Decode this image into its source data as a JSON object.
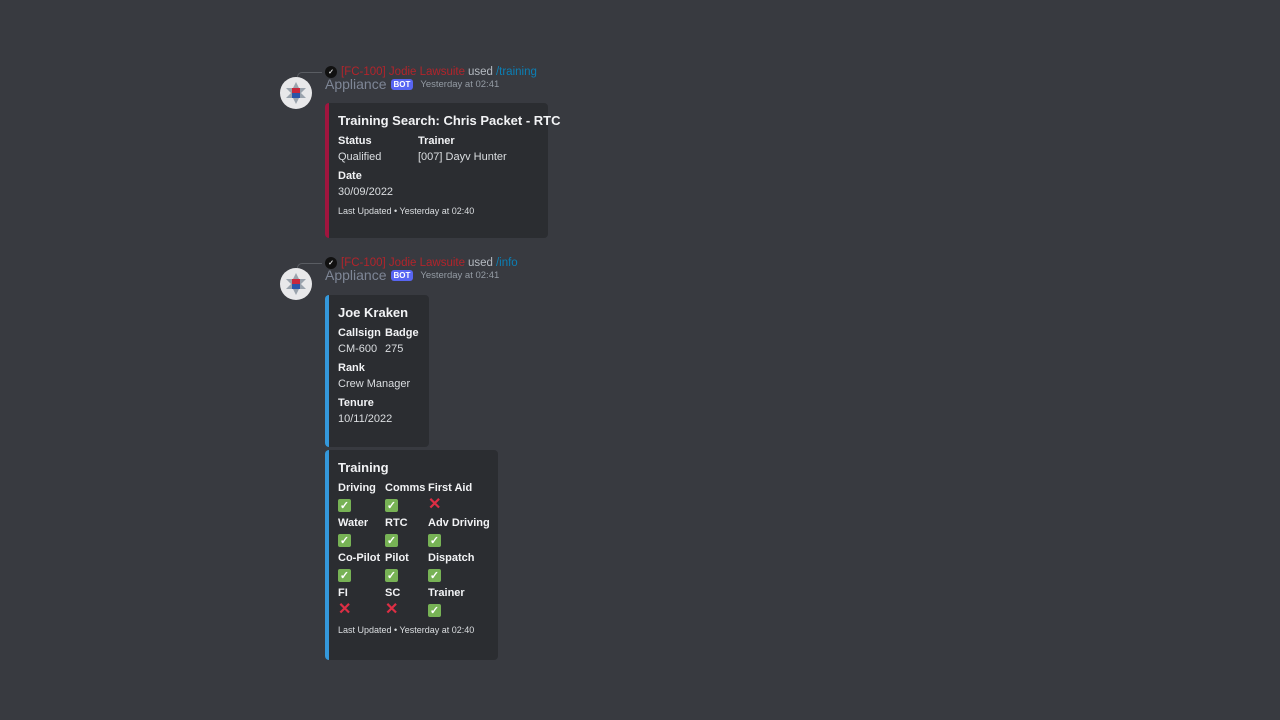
{
  "messages": [
    {
      "reply_user": "[FC-100] Jodie Lawsuite",
      "reply_used": "used",
      "reply_command": "/training",
      "username": "Appliance",
      "badge": "BOT",
      "timestamp": "Yesterday at 02:41"
    },
    {
      "reply_user": "[FC-100] Jodie Lawsuite",
      "reply_used": "used",
      "reply_command": "/info",
      "username": "Appliance",
      "badge": "BOT",
      "timestamp": "Yesterday at 02:41"
    }
  ],
  "embed1": {
    "title": "Training Search: Chris Packet - RTC",
    "color": "#a0153e",
    "fields": [
      {
        "name": "Status",
        "value": "Qualified"
      },
      {
        "name": "Trainer",
        "value": "[007] Dayv Hunter"
      },
      {
        "name": "Date",
        "value": "30/09/2022"
      }
    ],
    "footer": "Last Updated • Yesterday at 02:40"
  },
  "embed2": {
    "title": "Joe Kraken",
    "color": "#3498db",
    "fields": [
      {
        "name": "Callsign",
        "value": "CM-600"
      },
      {
        "name": "Badge",
        "value": "275"
      },
      {
        "name": "Rank",
        "value": "Crew Manager"
      },
      {
        "name": "Tenure",
        "value": "10/11/2022"
      }
    ]
  },
  "embed3": {
    "title": "Training",
    "color": "#3498db",
    "fields": [
      {
        "name": "Driving",
        "value": true
      },
      {
        "name": "Comms",
        "value": true
      },
      {
        "name": "First Aid",
        "value": false
      },
      {
        "name": "Water",
        "value": true
      },
      {
        "name": "RTC",
        "value": true
      },
      {
        "name": "Adv Driving",
        "value": true
      },
      {
        "name": "Co-Pilot",
        "value": true
      },
      {
        "name": "Pilot",
        "value": true
      },
      {
        "name": "Dispatch",
        "value": true
      },
      {
        "name": "FI",
        "value": false
      },
      {
        "name": "SC",
        "value": false
      },
      {
        "name": "Trainer",
        "value": true
      }
    ],
    "footer": "Last Updated • Yesterday at 02:40"
  }
}
